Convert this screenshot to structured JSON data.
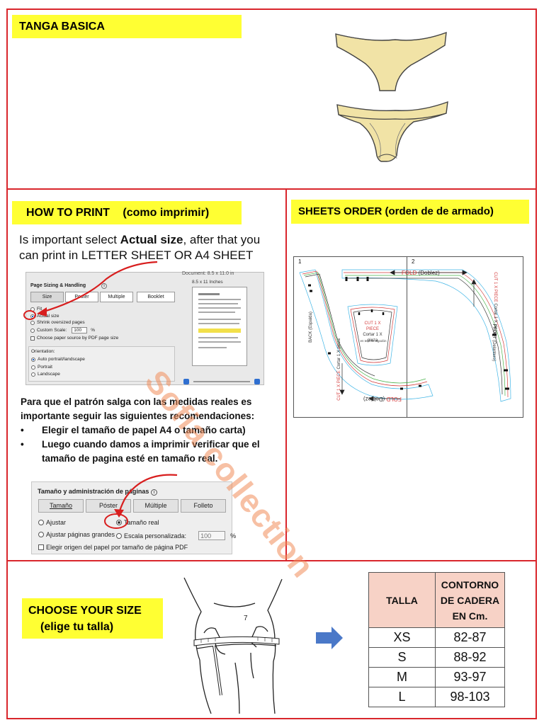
{
  "sections": {
    "tanga": {
      "title": "TANGA BASICA"
    },
    "how_to_print": {
      "title": "HOW TO PRINT",
      "title_es": "(como imprimir)",
      "intro_pre": "Is important select ",
      "intro_bold": "Actual size",
      "intro_post": ", after that you can print in LETTER SHEET OR A4 SHEET"
    },
    "sheets_order": {
      "title": "SHEETS ORDER  (orden de de armado)"
    },
    "choose_size": {
      "title": "CHOOSE YOUR SIZE",
      "subtitle": "(elige tu talla)"
    }
  },
  "print_dialog_en": {
    "header_text": "Document: 8.5 x 11.0 in",
    "preview_size": "8.5 x 11 Inches",
    "section_title": "Page Sizing & Handling",
    "buttons": [
      "Size",
      "Poster",
      "Multiple",
      "Booklet"
    ],
    "options": {
      "fit": "Fit",
      "actual": "Actual size",
      "shrink": "Shrink oversized pages",
      "custom": "Custom Scale:",
      "custom_value": "100",
      "custom_unit": "%",
      "paper_source": "Choose paper source by PDF page size"
    },
    "orientation_title": "Orientation:",
    "orientation_options": [
      "Auto portrait/landscape",
      "Portrait",
      "Landscape"
    ]
  },
  "spanish_instructions": {
    "intro": "Para que el patrón salga con las medidas reales es importante seguir las siguientes recomendaciones:",
    "bullet": "•",
    "item1": "Elegir el tamaño de papel  A4 o tamaño carta)",
    "item2_pre": "Luego cuando damos a imprimir verificar que el tamaño de pagina esté en ",
    "item2_bold": "tamaño real",
    "item2_post": "."
  },
  "print_dialog_es": {
    "section_title": "Tamaño y administración de páginas",
    "buttons": [
      "Tamaño",
      "Póster",
      "Múltiple",
      "Folleto"
    ],
    "opt_fit": "Ajustar",
    "opt_actual": "Tamaño real",
    "opt_shrink": "Ajustar páginas grandes",
    "opt_custom": "Escala personalizada:",
    "custom_value": "100",
    "custom_unit": "%",
    "opt_paper": "Elegir origen del papel por tamaño de página PDF"
  },
  "pattern": {
    "sheet1": "1",
    "sheet2": "2",
    "fold_top": "FOLD",
    "fold_top_es": "(Doblez)",
    "fold_bottom": "FOLD",
    "fold_bottom_es": "(Doblez)",
    "back_label": "BACK",
    "back_es": "(Espalda)",
    "cut_back": "CUT 1 X PIECE",
    "cut_back_es": "Cortar 1 X pieza",
    "cut_mid": "CUT 1 X PIECE",
    "cut_mid_es": "Cortar 1 X pieza",
    "mid_note": "en tela de algodón",
    "front_label": "FRONT",
    "front_es": "(Delantero)",
    "cut_front": "CUT 1 X PIECE",
    "cut_front_es": "Cortar 1 X pieza"
  },
  "figure_number": "7",
  "watermark": "Sofia collection",
  "size_table": {
    "headers": [
      "TALLA",
      "CONTORNO DE CADERA EN Cm."
    ],
    "rows": [
      [
        "XS",
        "82-87"
      ],
      [
        "S",
        "88-92"
      ],
      [
        "M",
        "93-97"
      ],
      [
        "L",
        "98-103"
      ]
    ]
  },
  "colors": {
    "header_bg": "#ffff33",
    "border": "#d9262c",
    "table_header_bg": "#f7d2c6",
    "arrow": "#4a78c8",
    "garment": "#f1e3a6",
    "watermark": "#f08c5a"
  }
}
